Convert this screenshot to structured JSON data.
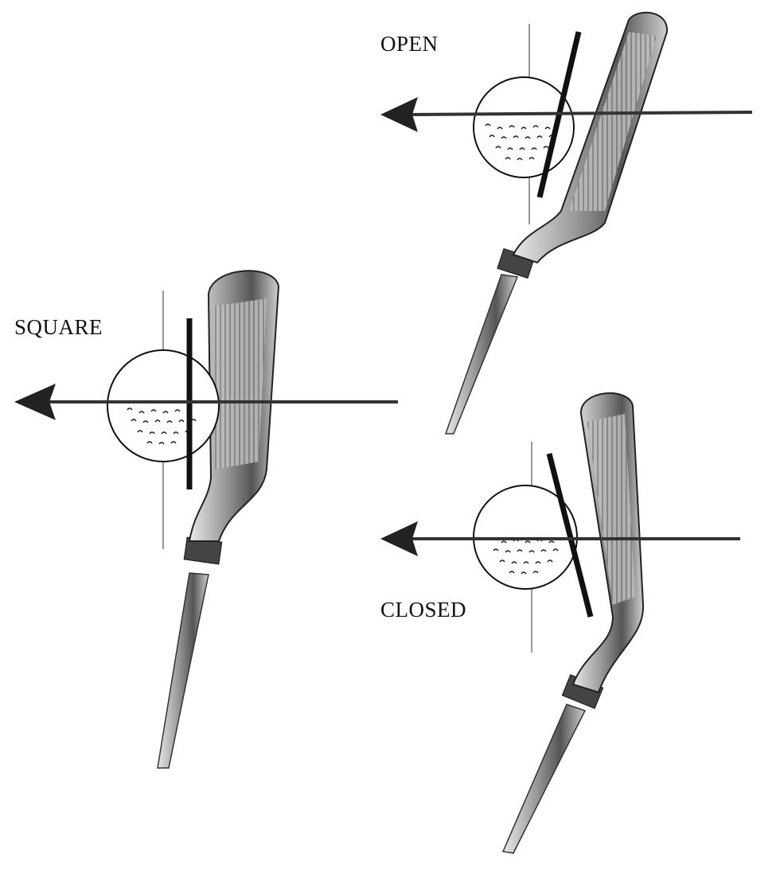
{
  "labels": {
    "open": "OPEN",
    "square": "SQUARE",
    "closed": "CLOSED"
  },
  "colors": {
    "ink": "#111111",
    "steel": "#8a8a8a",
    "background": "#ffffff"
  }
}
